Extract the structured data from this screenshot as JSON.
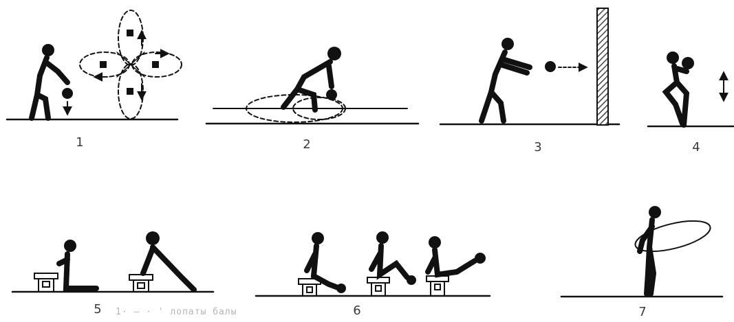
{
  "figures": [
    {
      "label": "1"
    },
    {
      "label": "2"
    },
    {
      "label": "3"
    },
    {
      "label": "4"
    },
    {
      "label": "5"
    },
    {
      "label": "6"
    },
    {
      "label": "7"
    }
  ],
  "faint_text": "1· — ·  '  лопаты балы",
  "colors": {
    "ink": "#111111",
    "ground": "#222222",
    "label": "#3a3a3a",
    "wall_hatch": "#444444"
  }
}
